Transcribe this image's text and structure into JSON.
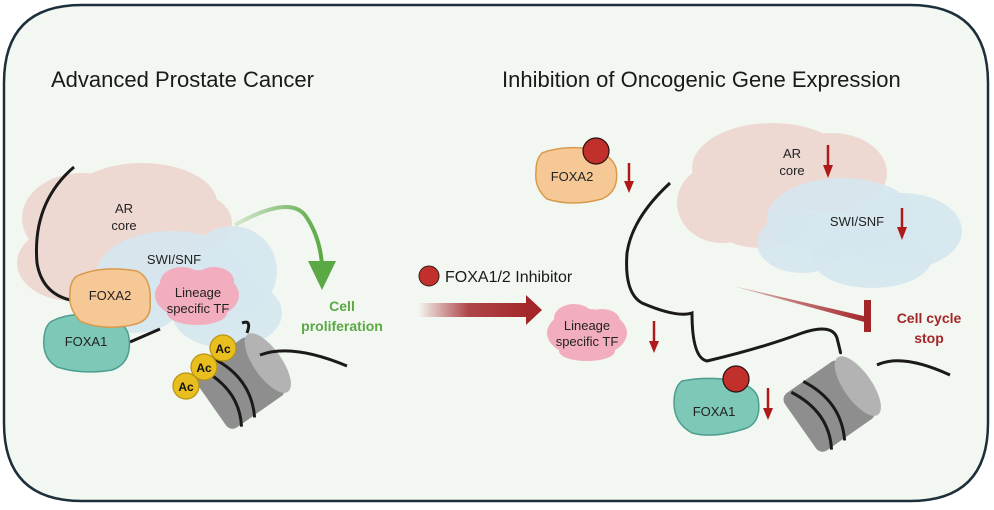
{
  "colors": {
    "background": "#f3f7f1",
    "border": "#1c2f3a",
    "ar_core": "#eed8d2",
    "swi_snf": "#d6e6ef",
    "foxa2": "#f6c896",
    "foxa2_stroke": "#d89a4c",
    "foxa1": "#7ec8b8",
    "foxa1_stroke": "#4c9e8e",
    "lineage_tf": "#f2aebe",
    "lineage_tf_stroke": "#d78499",
    "acetyl": "#e8bf1e",
    "nucleosome": "#8c8c8c",
    "proliferation": "#5aa944",
    "inhibitor": "#c1302a",
    "down_arrow": "#b0191a",
    "cell_cycle_stop": "#a3262a"
  },
  "left_panel": {
    "title": "Advanced Prostate Cancer",
    "ar_core_line1": "AR",
    "ar_core_line2": "core",
    "swi_snf": "SWI/SNF",
    "foxa2": "FOXA2",
    "foxa1": "FOXA1",
    "lineage_line1": "Lineage",
    "lineage_line2": "specific TF",
    "acetyl_marks": [
      "Ac",
      "Ac",
      "Ac"
    ],
    "outcome_line1": "Cell",
    "outcome_line2": "proliferation"
  },
  "middle": {
    "inhibitor_label": "FOXA1/2 Inhibitor"
  },
  "right_panel": {
    "title": "Inhibition of Oncogenic Gene Expression",
    "foxa2": "FOXA2",
    "ar_core_line1": "AR",
    "ar_core_line2": "core",
    "swi_snf": "SWI/SNF",
    "lineage_line1": "Lineage",
    "lineage_line2": "specific TF",
    "foxa1": "FOXA1",
    "outcome_line1": "Cell cycle",
    "outcome_line2": "stop"
  }
}
